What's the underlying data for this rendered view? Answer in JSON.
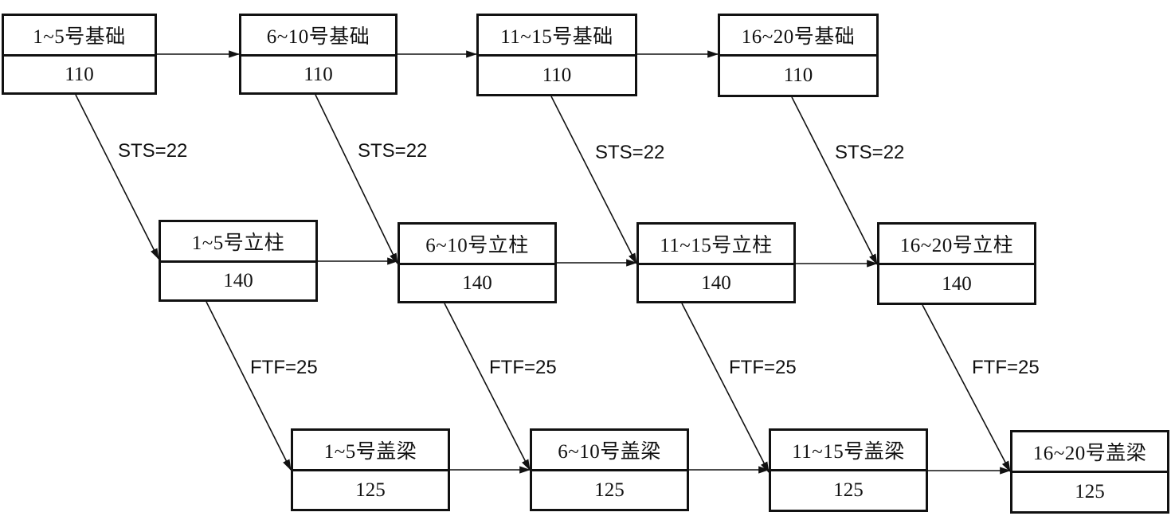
{
  "rows": [
    {
      "lag_label": "STS=22",
      "tasks": [
        {
          "name": "1~5号基础",
          "duration": "110"
        },
        {
          "name": "6~10号基础",
          "duration": "110"
        },
        {
          "name": "11~15号基础",
          "duration": "110"
        },
        {
          "name": "16~20号基础",
          "duration": "110"
        }
      ]
    },
    {
      "lag_label": "FTF=25",
      "tasks": [
        {
          "name": "1~5号立柱",
          "duration": "140"
        },
        {
          "name": "6~10号立柱",
          "duration": "140"
        },
        {
          "name": "11~15号立柱",
          "duration": "140"
        },
        {
          "name": "16~20号立柱",
          "duration": "140"
        }
      ]
    },
    {
      "tasks": [
        {
          "name": "1~5号盖梁",
          "duration": "125"
        },
        {
          "name": "6~10号盖梁",
          "duration": "125"
        },
        {
          "name": "11~15号盖梁",
          "duration": "125"
        },
        {
          "name": "16~20号盖梁",
          "duration": "125"
        }
      ]
    }
  ],
  "colors": {
    "line": "#111111",
    "background": "#ffffff"
  }
}
